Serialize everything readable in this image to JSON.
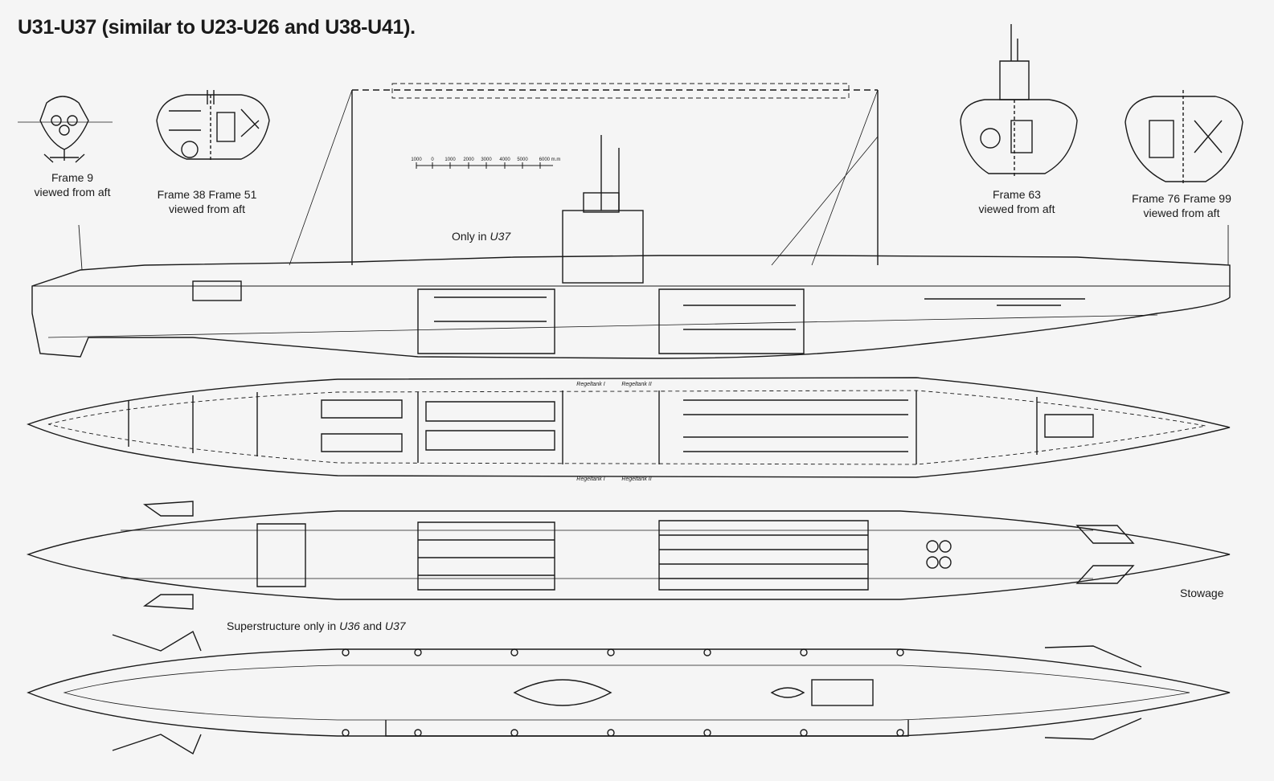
{
  "title": "U31-U37 (similar to U23-U26 and U38-U41).",
  "sections": [
    {
      "id": "frame9",
      "line1": "Frame 9",
      "line2": "viewed from aft"
    },
    {
      "id": "frame38_51",
      "line1": "Frame 38  Frame 51",
      "line2": "viewed from aft"
    },
    {
      "id": "frame63",
      "line1": "Frame 63",
      "line2": "viewed from aft"
    },
    {
      "id": "frame76_99",
      "line1": "Frame 76  Frame 99",
      "line2": "viewed from aft"
    }
  ],
  "notes": {
    "only_in_prefix": "Only in ",
    "only_in_boat": "U37",
    "stowage": "Stowage",
    "superstructure_prefix": "Superstructure only in ",
    "superstructure_b1": "U36",
    "superstructure_and": " and ",
    "superstructure_b2": "U37"
  },
  "scale_ticks": [
    "1000",
    "0",
    "1000",
    "2000",
    "3000",
    "4000",
    "5000",
    "6000 m.m"
  ],
  "compartments": {
    "top": [
      "Regeltank I",
      "Regeltank II"
    ],
    "bottom": [
      "Regeltank I",
      "Regeltank II"
    ]
  },
  "ink_color": "#1a1a1a",
  "paper_color": "#f5f5f5"
}
